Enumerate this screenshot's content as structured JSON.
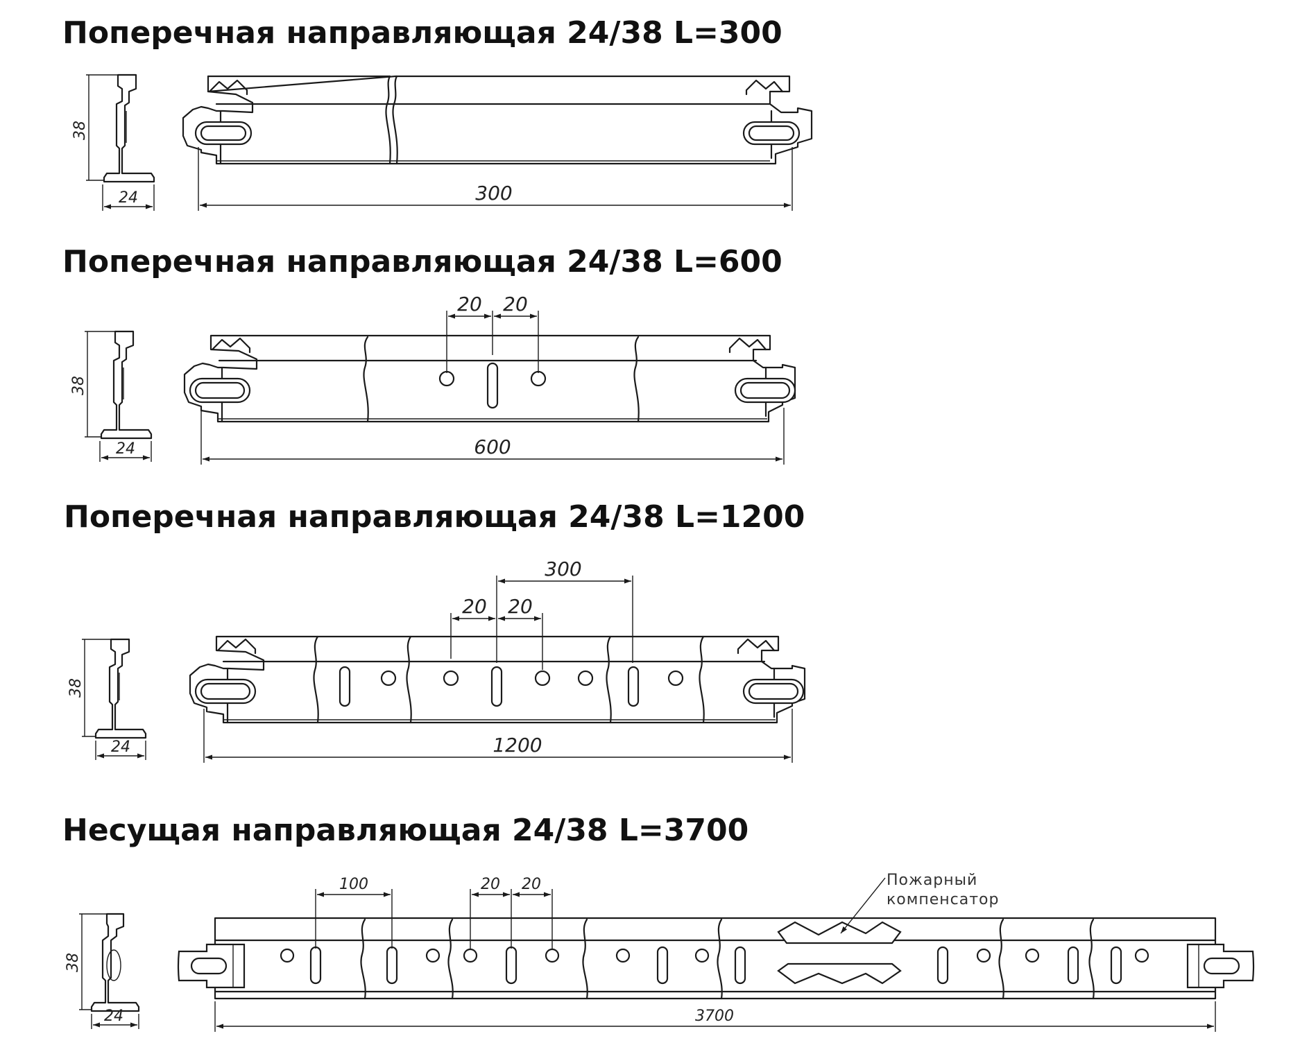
{
  "sections": [
    {
      "title": "Поперечная направляющая 24/38 L=300",
      "profile": {
        "height": "38",
        "width": "24"
      },
      "dims": {
        "length": "300"
      }
    },
    {
      "title": "Поперечная направляющая 24/38 L=600",
      "profile": {
        "height": "38",
        "width": "24"
      },
      "dims": {
        "length": "600",
        "left": "20",
        "right": "20"
      }
    },
    {
      "title": "Поперечная направляющая 24/38 L=1200",
      "profile": {
        "height": "38",
        "width": "24"
      },
      "dims": {
        "length": "1200",
        "left": "20",
        "right": "20",
        "pitch": "300"
      }
    },
    {
      "title": "Несущая направляющая 24/38 L=3700",
      "profile": {
        "height": "38",
        "width": "24"
      },
      "dims": {
        "length": "3700",
        "pitch": "100",
        "left": "20",
        "right": "20"
      },
      "note": {
        "line1": "Пожарный",
        "line2": "компенсатор"
      }
    }
  ],
  "colors": {
    "ink": "#1a1a1a",
    "background": "#ffffff"
  }
}
